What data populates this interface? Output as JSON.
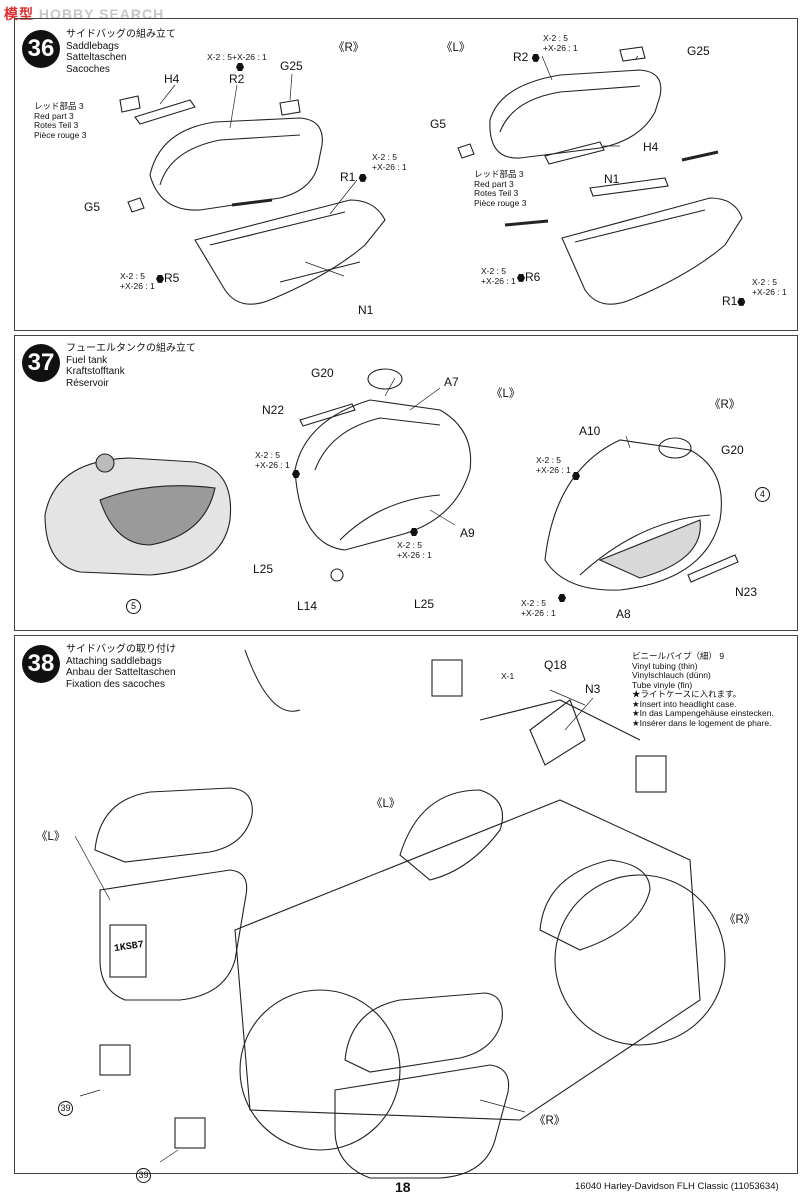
{
  "watermark": {
    "prefix": "模型",
    "text": "HOBBY SEARCH"
  },
  "common": {
    "cement": "X-2 : 5",
    "cement_plus": "+X-26 : 1",
    "cement_combined": "X-2 : 5+X-26 : 1"
  },
  "step36": {
    "number": "36",
    "title_jp": "サイドバッグの組み立て",
    "title_en": "Saddlebags",
    "title_de": "Satteltaschen",
    "title_fr": "Sacoches",
    "side_r": "《R》",
    "side_l": "《L》",
    "red_part": {
      "jp": "レッド部品 3",
      "en": "Red part 3",
      "de": "Rotes Teil 3",
      "fr": "Pièce rouge 3"
    },
    "parts": {
      "h4": "H4",
      "r2": "R2",
      "g25": "G25",
      "g5": "G5",
      "r1": "R1",
      "r5": "R5",
      "n1": "N1",
      "r6": "R6"
    }
  },
  "step37": {
    "number": "37",
    "title_jp": "フューエルタンクの組み立て",
    "title_en": "Fuel tank",
    "title_de": "Kraftstofftank",
    "title_fr": "Réservoir",
    "side_l": "《L》",
    "side_r": "《R》",
    "parts": {
      "g20": "G20",
      "a7": "A7",
      "n22": "N22",
      "a9": "A9",
      "l25": "L25",
      "l14": "L14",
      "a10": "A10",
      "n23": "N23",
      "a8": "A8"
    },
    "refs": {
      "five": "5",
      "four": "4"
    }
  },
  "step38": {
    "number": "38",
    "title_jp": "サイドバッグの取り付け",
    "title_en": "Attaching saddlebags",
    "title_de": "Anbau der Satteltaschen",
    "title_fr": "Fixation des sacoches",
    "cement_x1": "X-1",
    "parts": {
      "q18": "Q18",
      "n3": "N3"
    },
    "vinyl": {
      "jp": "ビニールパイプ（細）",
      "ref": "9",
      "en": "Vinyl tubing (thin)",
      "de": "Vinylschlauch (dünn)",
      "fr": "Tube vinyle (fin)",
      "note_jp": "★ライトケースに入れます。",
      "note_en": "★Insert into headlight case.",
      "note_de": "★In das Lampengehäuse einstecken.",
      "note_fr": "★Insérer dans le logement de phare."
    },
    "side_l": "《L》",
    "side_r": "《R》",
    "ref39": "39",
    "plate": "1KSB7"
  },
  "footer": {
    "page": "18",
    "code": "16040  Harley-Davidson FLH Classic (11053634)"
  }
}
